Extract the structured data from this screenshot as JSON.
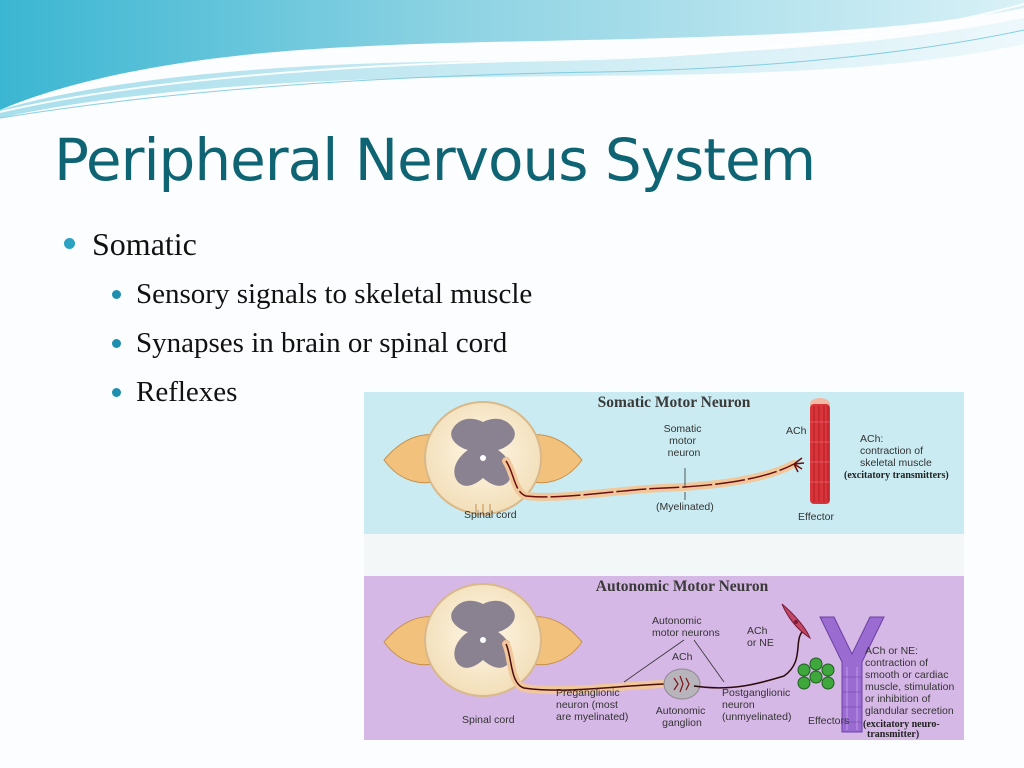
{
  "slide": {
    "title": "Peripheral Nervous System",
    "bullets": [
      {
        "text": "Somatic",
        "children": [
          {
            "text": "Sensory signals to skeletal muscle"
          },
          {
            "text": "Synapses in brain or spinal cord"
          },
          {
            "text": "Reflexes"
          }
        ]
      }
    ]
  },
  "figure": {
    "somatic": {
      "heading": "Somatic Motor Neuron",
      "neuron_label": [
        "Somatic",
        "motor",
        "neuron"
      ],
      "ach": "ACh",
      "effect": [
        "ACh:",
        "contraction of",
        "skeletal muscle"
      ],
      "transmitter_note": "(excitatory transmitters)",
      "spinal_cord": "Spinal cord",
      "myelinated": "(Myelinated)",
      "effector": "Effector"
    },
    "autonomic": {
      "heading": "Autonomic Motor Neuron",
      "neurons_label": [
        "Autonomic",
        "motor neurons"
      ],
      "ach_or_ne": [
        "ACh",
        "or NE"
      ],
      "ach": "ACh",
      "effect": [
        "ACh or NE:",
        "contraction of",
        "smooth or cardiac",
        "muscle, stimulation",
        "or inhibition of",
        "glandular secretion"
      ],
      "preganglionic": [
        "Preganglionic",
        "neuron (most",
        "are myelinated)"
      ],
      "ganglion": [
        "Autonomic",
        "ganglion"
      ],
      "postganglionic": [
        "Postganglionic",
        "neuron",
        "(unmyelinated)"
      ],
      "spinal_cord": "Spinal cord",
      "effectors": "Effectors",
      "transmitter_note": [
        "(excitatory neuro-",
        "transmitter)"
      ]
    }
  },
  "colors": {
    "title": "#0f6474",
    "bullet": "#29a3c1",
    "somatic_panel": "#c9ebf1",
    "autonomic_panel": "#d6b8e6",
    "nerve": "#f2c27c",
    "muscle": "#d8343a",
    "vessel": "#9a6bd0",
    "gland": "#3fa83c"
  }
}
